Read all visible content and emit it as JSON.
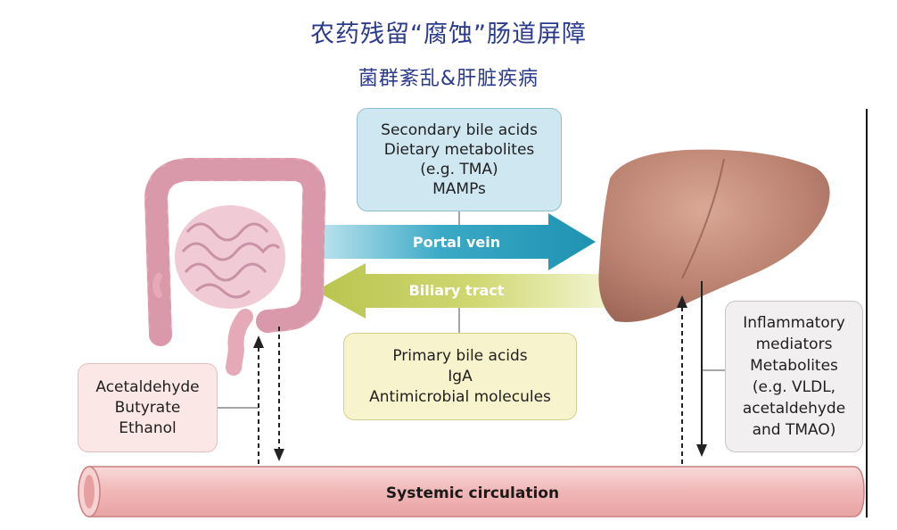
{
  "title": "农药残留“腐蚀”肠道屏障",
  "subtitle": "菌群紊乱&肝脏疾病",
  "top_box": {
    "lines": [
      "Secondary bile acids",
      "Dietary metabolites",
      "(e.g. TMA)",
      "MAMPs"
    ]
  },
  "portal_vein": {
    "label": "Portal vein",
    "color": "#3aa9c6"
  },
  "biliary_tract": {
    "label": "Biliary tract",
    "color": "#c9d36a"
  },
  "bottom_box": {
    "lines": [
      "Primary bile acids",
      "IgA",
      "Antimicrobial molecules"
    ]
  },
  "left_box": {
    "lines": [
      "Acetaldehyde",
      "Butyrate",
      "Ethanol"
    ]
  },
  "right_box": {
    "lines": [
      "Inflammatory",
      "mediators",
      "Metabolites",
      "(e.g. VLDL,",
      "acetaldehyde",
      "and TMAO)"
    ]
  },
  "systemic_circulation": {
    "label": "Systemic circulation",
    "color": "#f3c4c4"
  },
  "icons": {
    "intestine": "intestine-illustration",
    "liver": "liver-illustration"
  }
}
